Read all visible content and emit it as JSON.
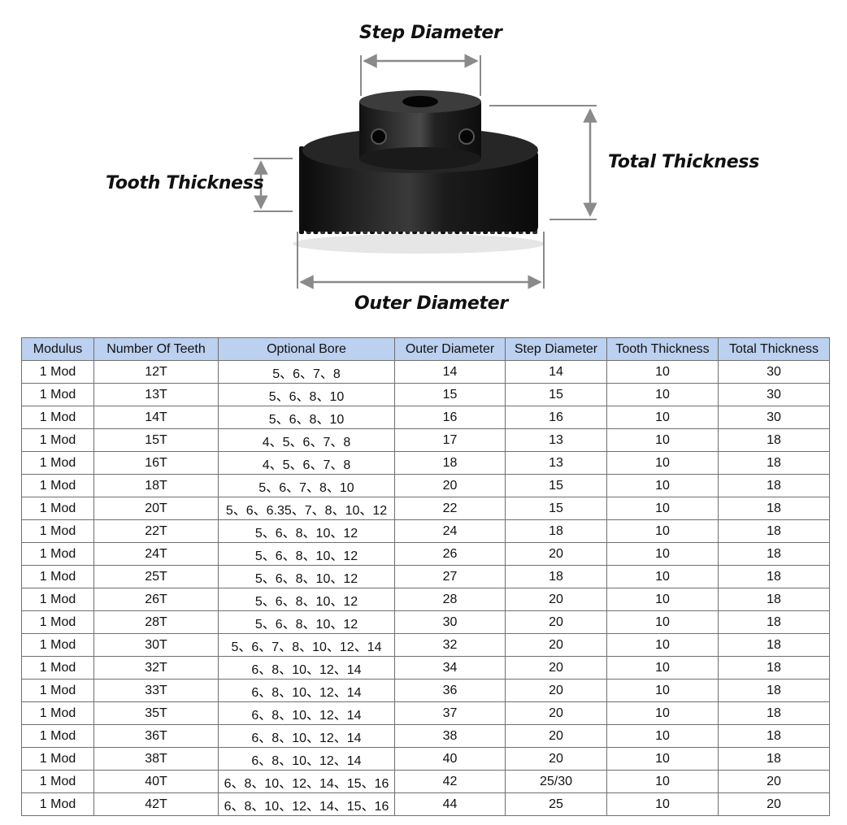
{
  "diagram": {
    "step_diameter_label": "Step Diameter",
    "tooth_thickness_label": "Tooth Thickness",
    "total_thickness_label": "Total Thickness",
    "outer_diameter_label": "Outer Diameter",
    "colors": {
      "gear": "#1a1a1a",
      "arrow": "#8a8a8a",
      "header_bg": "#bcd0f0"
    }
  },
  "table": {
    "headers": [
      "Modulus",
      "Number Of Teeth",
      "Optional Bore",
      "Outer Diameter",
      "Step Diameter",
      "Tooth Thickness",
      "Total Thickness"
    ],
    "rows": [
      [
        "1 Mod",
        "12T",
        "5、6、7、8",
        "14",
        "14",
        "10",
        "30"
      ],
      [
        "1 Mod",
        "13T",
        "5、6、8、10",
        "15",
        "15",
        "10",
        "30"
      ],
      [
        "1 Mod",
        "14T",
        "5、6、8、10",
        "16",
        "16",
        "10",
        "30"
      ],
      [
        "1 Mod",
        "15T",
        "4、5、6、7、8",
        "17",
        "13",
        "10",
        "18"
      ],
      [
        "1 Mod",
        "16T",
        "4、5、6、7、8",
        "18",
        "13",
        "10",
        "18"
      ],
      [
        "1 Mod",
        "18T",
        "5、6、7、8、10",
        "20",
        "15",
        "10",
        "18"
      ],
      [
        "1 Mod",
        "20T",
        "5、6、6.35、7、8、10、12",
        "22",
        "15",
        "10",
        "18"
      ],
      [
        "1 Mod",
        "22T",
        "5、6、8、10、12",
        "24",
        "18",
        "10",
        "18"
      ],
      [
        "1 Mod",
        "24T",
        "5、6、8、10、12",
        "26",
        "20",
        "10",
        "18"
      ],
      [
        "1 Mod",
        "25T",
        "5、6、8、10、12",
        "27",
        "18",
        "10",
        "18"
      ],
      [
        "1 Mod",
        "26T",
        "5、6、8、10、12",
        "28",
        "20",
        "10",
        "18"
      ],
      [
        "1 Mod",
        "28T",
        "5、6、8、10、12",
        "30",
        "20",
        "10",
        "18"
      ],
      [
        "1 Mod",
        "30T",
        "5、6、7、8、10、12、14",
        "32",
        "20",
        "10",
        "18"
      ],
      [
        "1 Mod",
        "32T",
        "6、8、10、12、14",
        "34",
        "20",
        "10",
        "18"
      ],
      [
        "1 Mod",
        "33T",
        "6、8、10、12、14",
        "36",
        "20",
        "10",
        "18"
      ],
      [
        "1 Mod",
        "35T",
        "6、8、10、12、14",
        "37",
        "20",
        "10",
        "18"
      ],
      [
        "1 Mod",
        "36T",
        "6、8、10、12、14",
        "38",
        "20",
        "10",
        "18"
      ],
      [
        "1 Mod",
        "38T",
        "6、8、10、12、14",
        "40",
        "20",
        "10",
        "18"
      ],
      [
        "1 Mod",
        "40T",
        "6、8、10、12、14、15、16",
        "42",
        "25/30",
        "10",
        "20"
      ],
      [
        "1 Mod",
        "42T",
        "6、8、10、12、14、15、16",
        "44",
        "25",
        "10",
        "20"
      ]
    ]
  }
}
